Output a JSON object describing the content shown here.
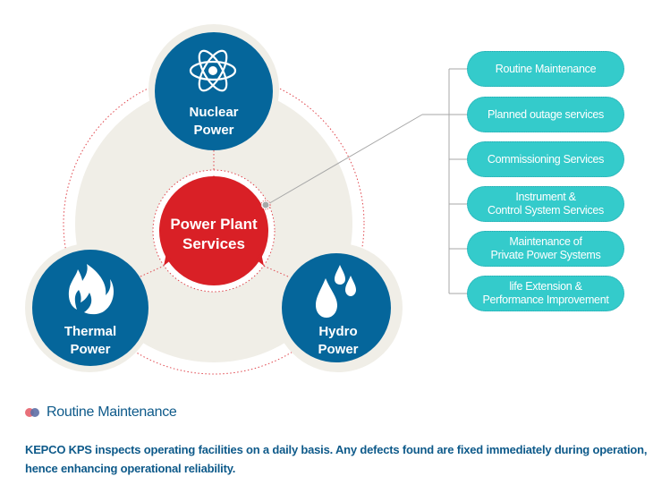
{
  "diagram": {
    "center": {
      "line1": "Power Plant",
      "line2": "Services"
    },
    "nodes": {
      "nuclear": {
        "line1": "Nuclear",
        "line2": "Power",
        "icon": "atom-icon"
      },
      "thermal": {
        "line1": "Thermal",
        "line2": "Power",
        "icon": "flame-icon"
      },
      "hydro": {
        "line1": "Hydro",
        "line2": "Power",
        "icon": "water-drops-icon"
      }
    },
    "services": [
      {
        "line1": "Routine Maintenance",
        "line2": ""
      },
      {
        "line1": "Planned outage services",
        "line2": ""
      },
      {
        "line1": "Commissioning Services",
        "line2": ""
      },
      {
        "line1": "Instrument &",
        "line2": "Control System Services"
      },
      {
        "line1": "Maintenance of",
        "line2": "Private Power Systems"
      },
      {
        "line1": "life Extension &",
        "line2": "Performance Improvement"
      }
    ],
    "colors": {
      "blue": "#05669b",
      "red": "#d92026",
      "teal": "#34cbcb",
      "beige": "#f0eee7"
    }
  },
  "detail": {
    "title": "Routine Maintenance",
    "description": "KEPCO KPS inspects operating facilities on a daily basis. Any defects found are fixed immediately during operation, hence enhancing operational reliability."
  }
}
